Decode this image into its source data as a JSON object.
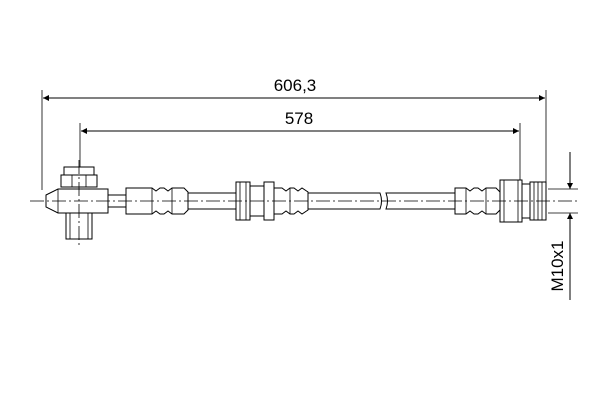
{
  "dimensions": {
    "overall_length": "606,3",
    "hose_length": "578",
    "thread": "M10x1"
  }
}
